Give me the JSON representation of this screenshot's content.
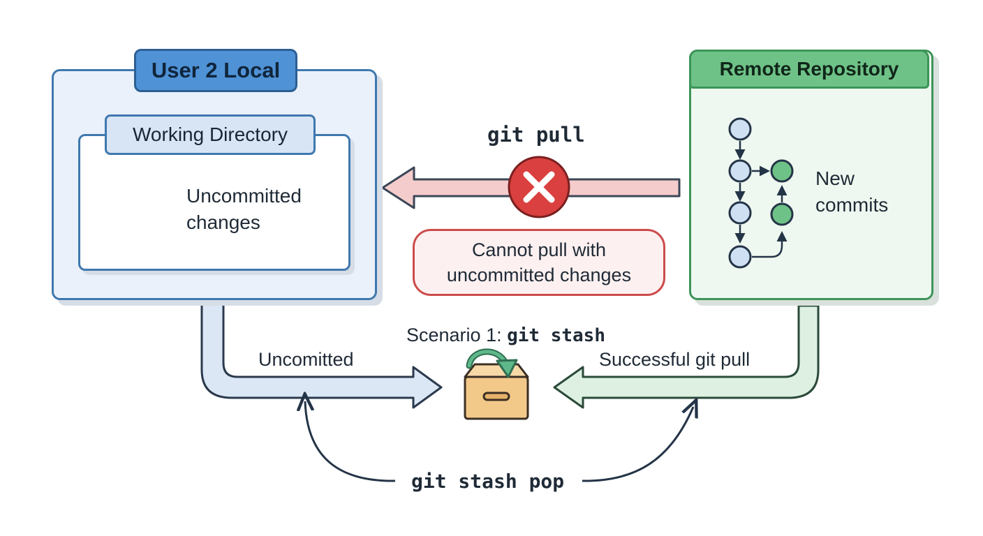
{
  "local": {
    "title": "User 2 Local",
    "working_directory": "Working Directory",
    "uncommitted_line1": "Uncommitted",
    "uncommitted_line2": "changes"
  },
  "remote": {
    "title": "Remote Repository",
    "new_commits_line1": "New",
    "new_commits_line2": "commits"
  },
  "pull": {
    "command": "git pull",
    "error_line1": "Cannot pull with",
    "error_line2": "uncommitted changes"
  },
  "scenario": {
    "prefix": "Scenario 1: ",
    "command": "git stash",
    "left_arrow_label": "Uncomitted",
    "right_arrow_label": "Successful git pull",
    "pop_command": "git stash pop"
  },
  "icons": {
    "warning": "warning-triangle-icon",
    "error": "error-x-icon",
    "stash": "stash-box-icon",
    "commit": "commit-node-icon"
  },
  "colors": {
    "local_accent": "#4f92d6",
    "remote_accent": "#6fc287",
    "error_red": "#d9403f",
    "warning_yellow": "#f6c453",
    "stash_box": "#f3c98a"
  }
}
